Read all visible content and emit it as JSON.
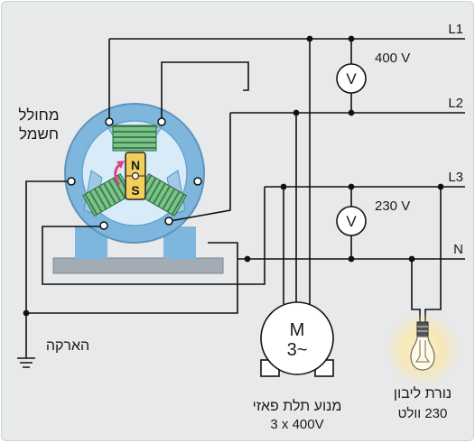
{
  "lines": {
    "l1": "L1",
    "l2": "L2",
    "l3": "L3",
    "n": "N"
  },
  "voltmeters": {
    "top": {
      "symbol": "V",
      "reading": "400 V"
    },
    "bottom": {
      "symbol": "V",
      "reading": "230 V"
    }
  },
  "generator": {
    "label_line1": "מחולל",
    "label_line2": "חשמל",
    "pole_n": "N",
    "pole_s": "S"
  },
  "ground": {
    "label": "הארקה"
  },
  "motor": {
    "symbol": "M",
    "phase": "3~",
    "label_line1": "מנוע תלת פאזי",
    "label_line2": "3 x 400V"
  },
  "lamp": {
    "label_line1": "נורת ליבון",
    "label_line2": "230 וולט"
  },
  "colors": {
    "stator_blue": "#7fb6dd",
    "coil_green": "#7cc38a",
    "magnet_yellow": "#f2cf5b",
    "base_gray": "#a3acb5",
    "wire": "#111111"
  }
}
